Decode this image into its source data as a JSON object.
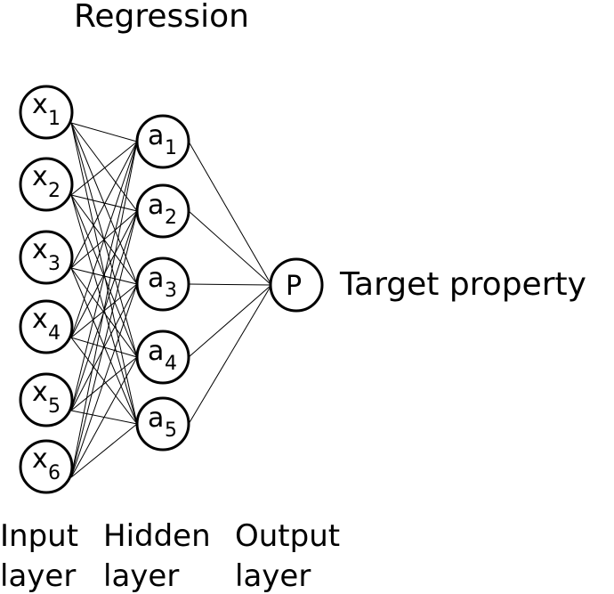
{
  "title": "Regression",
  "output_label": "Target property",
  "input_nodes": [
    {
      "main": "x",
      "sub": "1"
    },
    {
      "main": "x",
      "sub": "2"
    },
    {
      "main": "x",
      "sub": "3"
    },
    {
      "main": "x",
      "sub": "4"
    },
    {
      "main": "x",
      "sub": "5"
    },
    {
      "main": "x",
      "sub": "6"
    }
  ],
  "hidden_nodes": [
    {
      "main": "a",
      "sub": "1"
    },
    {
      "main": "a",
      "sub": "2"
    },
    {
      "main": "a",
      "sub": "3"
    },
    {
      "main": "a",
      "sub": "4"
    },
    {
      "main": "a",
      "sub": "5"
    }
  ],
  "output_node": {
    "main": "P"
  },
  "layer_labels": {
    "input": [
      "Input",
      "layer"
    ],
    "hidden": [
      "Hidden",
      "layer"
    ],
    "output": [
      "Output",
      "layer"
    ]
  }
}
